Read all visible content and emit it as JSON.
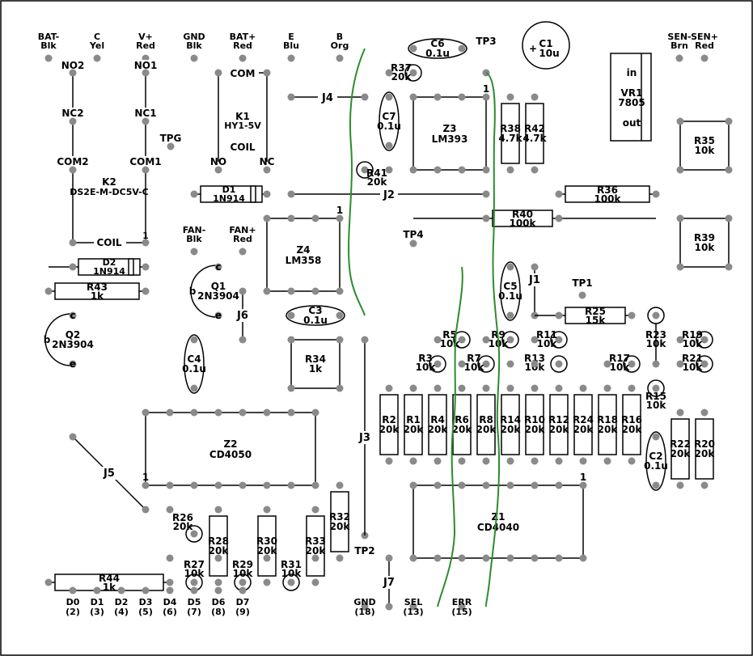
{
  "connectors": [
    {
      "id": "bat-minus",
      "line1": "BAT-",
      "line2": "Blk"
    },
    {
      "id": "c",
      "line1": "C",
      "line2": "Yel"
    },
    {
      "id": "v-plus",
      "line1": "V+",
      "line2": "Red"
    },
    {
      "id": "gnd-top",
      "line1": "GND",
      "line2": "Blk"
    },
    {
      "id": "bat-plus",
      "line1": "BAT+",
      "line2": "Red"
    },
    {
      "id": "e",
      "line1": "E",
      "line2": "Blu"
    },
    {
      "id": "b",
      "line1": "B",
      "line2": "Org"
    },
    {
      "id": "sen-minus",
      "line1": "SEN-",
      "line2": "Brn"
    },
    {
      "id": "sen-plus",
      "line1": "SEN+",
      "line2": "Red"
    },
    {
      "id": "fan-minus",
      "line1": "FAN-",
      "line2": "Blk"
    },
    {
      "id": "fan-plus",
      "line1": "FAN+",
      "line2": "Red"
    }
  ],
  "bottom_pins": [
    {
      "id": "d0",
      "line1": "D0",
      "line2": "(2)"
    },
    {
      "id": "d1",
      "line1": "D1",
      "line2": "(3)"
    },
    {
      "id": "d2",
      "line1": "D2",
      "line2": "(4)"
    },
    {
      "id": "d3",
      "line1": "D3",
      "line2": "(5)"
    },
    {
      "id": "d4",
      "line1": "D4",
      "line2": "(6)"
    },
    {
      "id": "d5",
      "line1": "D5",
      "line2": "(7)"
    },
    {
      "id": "d6",
      "line1": "D6",
      "line2": "(8)"
    },
    {
      "id": "d7",
      "line1": "D7",
      "line2": "(9)"
    },
    {
      "id": "gnd-bottom",
      "line1": "GND",
      "line2": "(18)"
    },
    {
      "id": "sel",
      "line1": "SEL",
      "line2": "(13)"
    },
    {
      "id": "err",
      "line1": "ERR",
      "line2": "(15)"
    }
  ],
  "k2": {
    "no2": "NO2",
    "no1": "NO1",
    "nc2": "NC2",
    "nc1": "NC1",
    "com2": "COM2",
    "com1": "COM1",
    "name": "K2",
    "part": "DS2E-M-DC5V-C",
    "coil": "COIL",
    "pin1": "1"
  },
  "k1": {
    "com": "COM",
    "name": "K1",
    "part": "HY1-5V",
    "coil": "COIL",
    "no": "NO",
    "nc": "NC"
  },
  "test_points": {
    "tp1": "TP1",
    "tp2": "TP2",
    "tp3": "TP3",
    "tp4": "TP4",
    "tpg": "TPG"
  },
  "jumpers": {
    "j1": "J1",
    "j2": "J2",
    "j3": "J3",
    "j4": "J4",
    "j5": "J5",
    "j6": "J6",
    "j7": "J7"
  },
  "ics": {
    "z1": {
      "name": "Z1",
      "part": "CD4040",
      "pin1": "1"
    },
    "z2": {
      "name": "Z2",
      "part": "CD4050",
      "pin1": "1"
    },
    "z3": {
      "name": "Z3",
      "part": "LM393",
      "pin1": "1"
    },
    "z4": {
      "name": "Z4",
      "part": "LM358",
      "pin1": "1"
    }
  },
  "vr1": {
    "in": "in",
    "name": "VR1",
    "part": "7805",
    "out": "out"
  },
  "capacitors": {
    "c1": {
      "name": "C1",
      "value": "10u",
      "plus": "+"
    },
    "c2": {
      "name": "C2",
      "value": "0.1u"
    },
    "c3": {
      "name": "C3",
      "value": "0.1u"
    },
    "c4": {
      "name": "C4",
      "value": "0.1u"
    },
    "c5": {
      "name": "C5",
      "value": "0.1u"
    },
    "c6": {
      "name": "C6",
      "value": "0.1u"
    },
    "c7": {
      "name": "C7",
      "value": "0.1u"
    }
  },
  "diodes": {
    "d1": {
      "name": "D1",
      "part": "1N914"
    },
    "d2": {
      "name": "D2",
      "part": "1N914"
    }
  },
  "transistors": {
    "q1": {
      "name": "Q1",
      "part": "2N3904",
      "c": "c",
      "b": "b",
      "e": "e"
    },
    "q2": {
      "name": "Q2",
      "part": "2N3904",
      "c": "c",
      "b": "b",
      "e": "e"
    }
  },
  "resistors": {
    "r1": {
      "name": "R1",
      "value": "20k"
    },
    "r2": {
      "name": "R2",
      "value": "20k"
    },
    "r3": {
      "name": "R3",
      "value": "10k"
    },
    "r4": {
      "name": "R4",
      "value": "20k"
    },
    "r5": {
      "name": "R5",
      "value": "10k"
    },
    "r6": {
      "name": "R6",
      "value": "20k"
    },
    "r7": {
      "name": "R7",
      "value": "10k"
    },
    "r8": {
      "name": "R8",
      "value": "20k"
    },
    "r9": {
      "name": "R9",
      "value": "10k"
    },
    "r10": {
      "name": "R10",
      "value": "20k"
    },
    "r11": {
      "name": "R11",
      "value": "10k"
    },
    "r12": {
      "name": "R12",
      "value": "20k"
    },
    "r13": {
      "name": "R13",
      "value": "10k"
    },
    "r14": {
      "name": "R14",
      "value": "20k"
    },
    "r15": {
      "name": "R15",
      "value": "10k"
    },
    "r16": {
      "name": "R16",
      "value": "20k"
    },
    "r17": {
      "name": "R17",
      "value": "10k"
    },
    "r18": {
      "name": "R18",
      "value": "20k"
    },
    "r19": {
      "name": "R19",
      "value": "10k"
    },
    "r20": {
      "name": "R20",
      "value": "20k"
    },
    "r21": {
      "name": "R21",
      "value": "10k"
    },
    "r22": {
      "name": "R22",
      "value": "20k"
    },
    "r23": {
      "name": "R23",
      "value": "10k"
    },
    "r24": {
      "name": "R24",
      "value": "20k"
    },
    "r25": {
      "name": "R25",
      "value": "15k"
    },
    "r26": {
      "name": "R26",
      "value": "20k"
    },
    "r27": {
      "name": "R27",
      "value": "10k"
    },
    "r28": {
      "name": "R28",
      "value": "20k"
    },
    "r29": {
      "name": "R29",
      "value": "10k"
    },
    "r30": {
      "name": "R30",
      "value": "20k"
    },
    "r31": {
      "name": "R31",
      "value": "10k"
    },
    "r32": {
      "name": "R32",
      "value": "20k"
    },
    "r33": {
      "name": "R33",
      "value": "20k"
    },
    "r34": {
      "name": "R34",
      "value": "1k"
    },
    "r35": {
      "name": "R35",
      "value": "10k"
    },
    "r36": {
      "name": "R36",
      "value": "100k"
    },
    "r37": {
      "name": "R37",
      "value": "20k"
    },
    "r38": {
      "name": "R38",
      "value": "4.7k"
    },
    "r39": {
      "name": "R39",
      "value": "10k"
    },
    "r40": {
      "name": "R40",
      "value": "100k"
    },
    "r41": {
      "name": "R41",
      "value": "20k"
    },
    "r42": {
      "name": "R42",
      "value": "4.7k"
    },
    "r43": {
      "name": "R43",
      "value": "1k"
    },
    "r44": {
      "name": "R44",
      "value": "1k"
    }
  }
}
